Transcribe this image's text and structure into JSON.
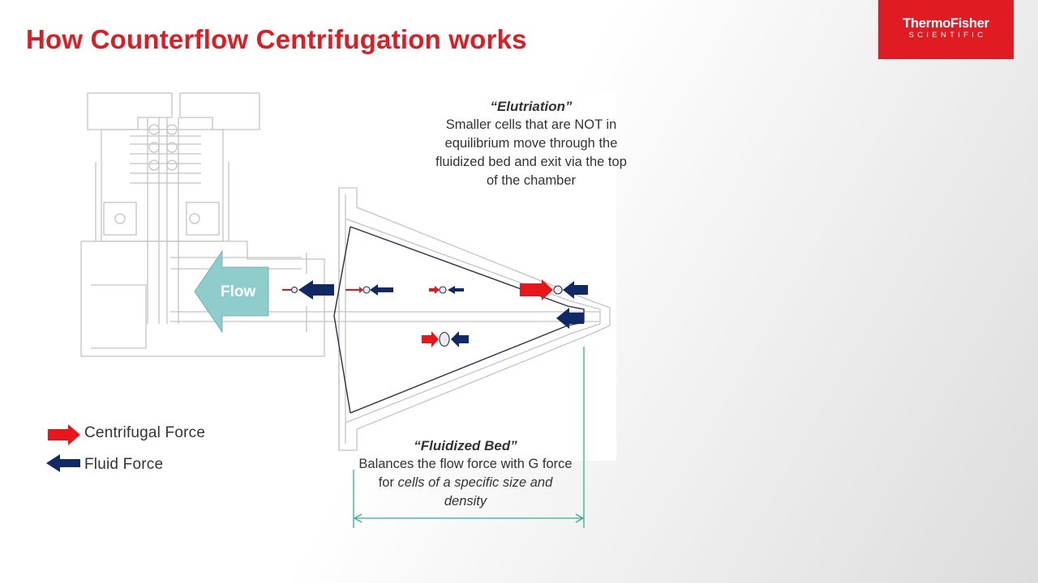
{
  "title": "How Counterflow Centrifugation works",
  "logo": {
    "line1": "ThermoFisher",
    "line2": "SCIENTIFIC"
  },
  "annotations": {
    "elutriation": {
      "heading": "“Elutriation”",
      "body": "Smaller cells that are NOT in equilibrium move through the fluidized bed and exit via the top of the chamber"
    },
    "fluidized_bed": {
      "heading": "“Fluidized Bed”",
      "body_plain": "Balances the flow force with G force for ",
      "body_italic": "cells of a specific size and density"
    }
  },
  "flow_label": "Flow",
  "legend": {
    "centrifugal": "Centrifugal Force",
    "fluid": "Fluid Force"
  },
  "colors": {
    "brand_red": "#e01b22",
    "centrifugal_arrow": "#e8161b",
    "fluid_arrow": "#0f2a66",
    "flow_arrow": "#8fcccc",
    "bed_marker": "#2bb58c"
  }
}
